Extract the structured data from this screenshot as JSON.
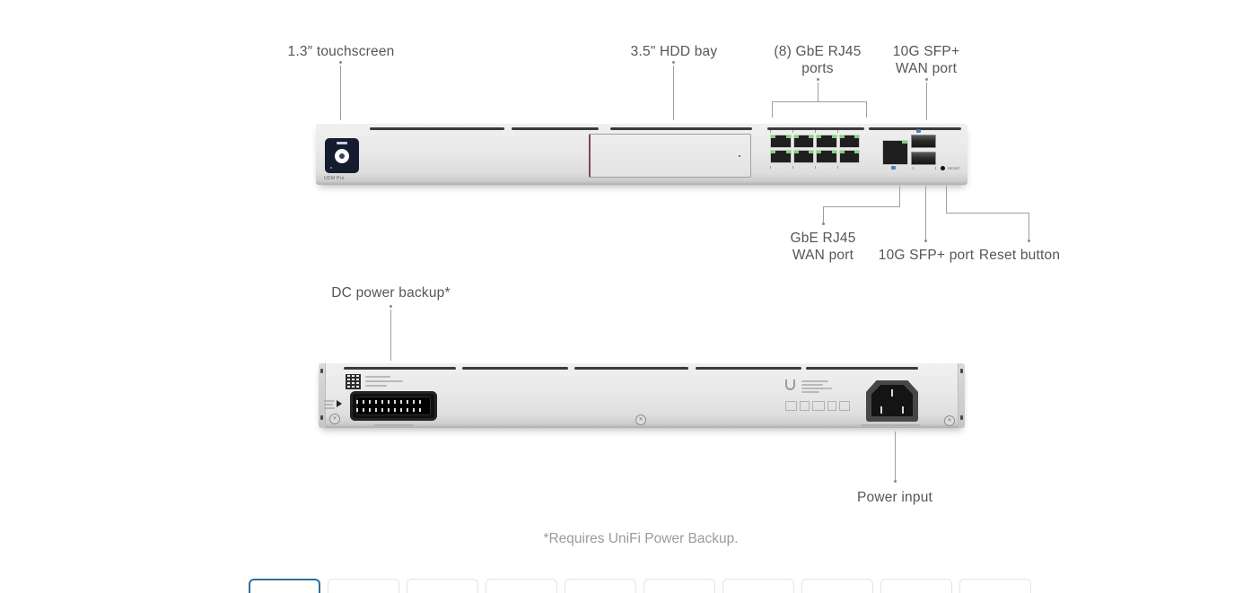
{
  "colors": {
    "accent_blue": "#2e6e9e",
    "label_text": "#565656",
    "footnote_text": "#9b9b9b",
    "callout_line": "#9e9e9e",
    "chassis_silver": "#e8e8e8",
    "screen_navy": "#161c30",
    "led_green": "#74d97b"
  },
  "front": {
    "callouts": {
      "touchscreen": {
        "text": "1.3″ touchscreen"
      },
      "hdd": {
        "text": "3.5\" HDD bay"
      },
      "ports": {
        "line1": "(8) GbE RJ45",
        "line2": "ports"
      },
      "sfp_wan": {
        "line1": "10G SFP+",
        "line2": "WAN port"
      },
      "gbe_wan": {
        "line1": "GbE RJ45",
        "line2": "WAN port"
      },
      "sfp": {
        "text": "10G SFP+ port"
      },
      "reset": {
        "text": "Reset button"
      }
    },
    "device": {
      "model": "UDM Pro",
      "reset_label": "RESET",
      "lan_port_count": 8
    }
  },
  "back": {
    "callouts": {
      "dc_backup": {
        "text": "DC power backup*"
      },
      "power_input": {
        "text": "Power input"
      }
    }
  },
  "footnote": "*Requires UniFi Power Backup.",
  "gallery": {
    "count": 10,
    "selected_index": 0
  }
}
